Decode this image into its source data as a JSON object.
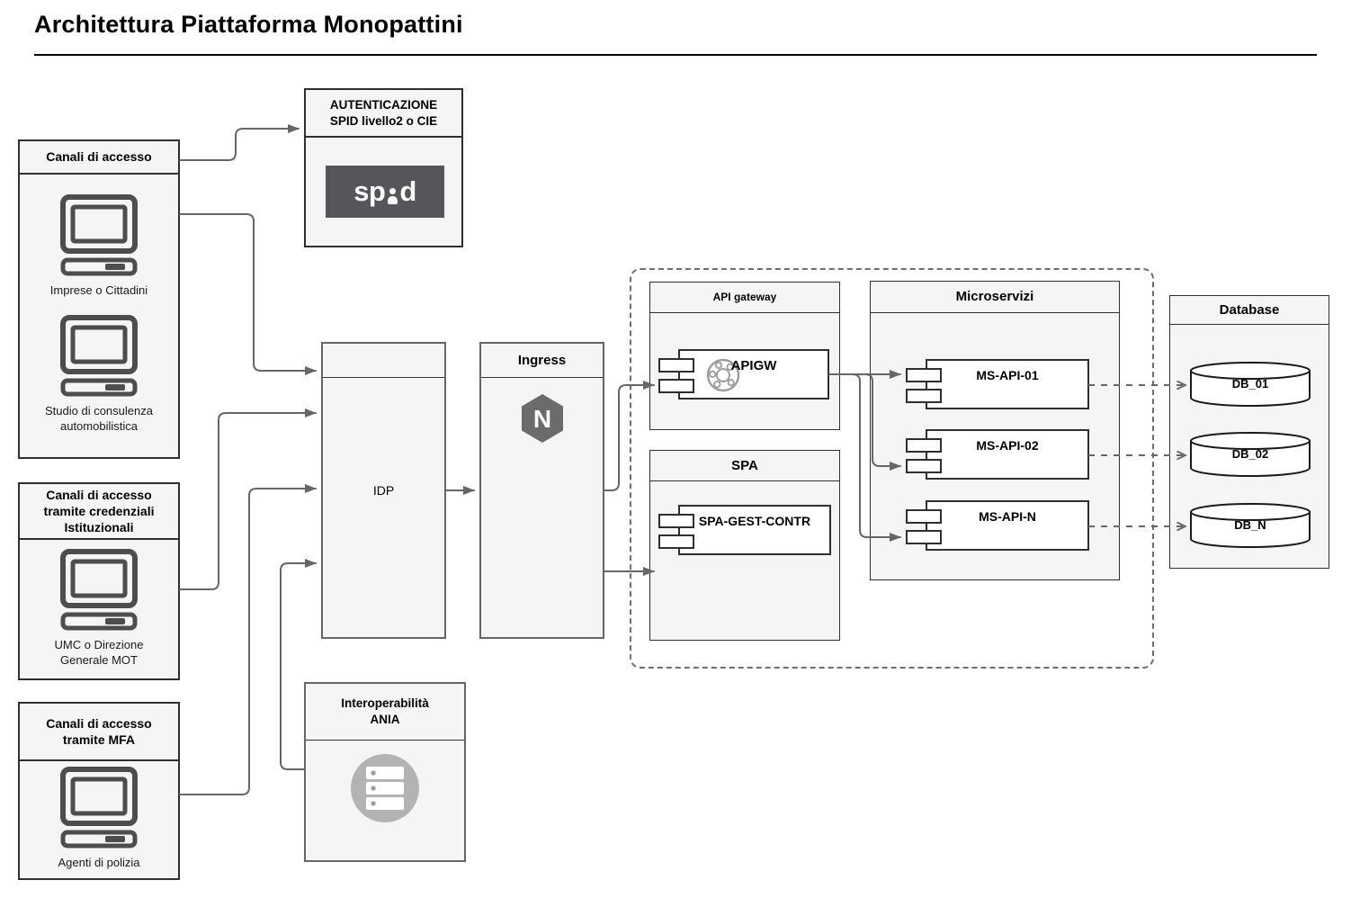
{
  "title": "Architettura Piattaforma Monopattini",
  "colors": {
    "box_fill": "#f5f5f5",
    "line_gray": "#666666",
    "spid_bg": "#55565a",
    "nginx_gray": "#6b6b6b",
    "computer_icon_gray": "#4d4d4d",
    "ania_circle_gray": "#b3b3b3"
  },
  "nodes": {
    "canali_accesso": {
      "title": "Canali di accesso",
      "items": [
        {
          "label": "Imprese o Cittadini"
        },
        {
          "label": "Studio di consulenza\nautomobilistica"
        }
      ]
    },
    "canali_istituzionali": {
      "title": "Canali di accesso\ntramite credenziali\nIstituzionali",
      "items": [
        {
          "label": "UMC o Direzione\nGenerale MOT"
        }
      ]
    },
    "canali_mfa": {
      "title": "Canali di accesso\ntramite MFA",
      "items": [
        {
          "label": "Agenti di polizia"
        }
      ]
    },
    "autenticazione": {
      "title": "AUTENTICAZIONE\nSPID livello2 o CIE",
      "logo_left": "sp",
      "logo_right": "d"
    },
    "idp": {
      "label": "IDP"
    },
    "ingress": {
      "title": "Ingress",
      "logo_letter": "N"
    },
    "ania": {
      "title": "Interoperabilità\nANIA"
    },
    "api_gateway": {
      "title": "API gateway",
      "component": "APIGW"
    },
    "spa": {
      "title": "SPA",
      "component": "SPA-GEST-CONTR"
    },
    "microservizi": {
      "title": "Microservizi",
      "components": [
        "MS-API-01",
        "MS-API-02",
        "MS-API-N"
      ]
    },
    "database": {
      "title": "Database",
      "items": [
        "DB_01",
        "DB_02",
        "DB_N"
      ]
    }
  }
}
